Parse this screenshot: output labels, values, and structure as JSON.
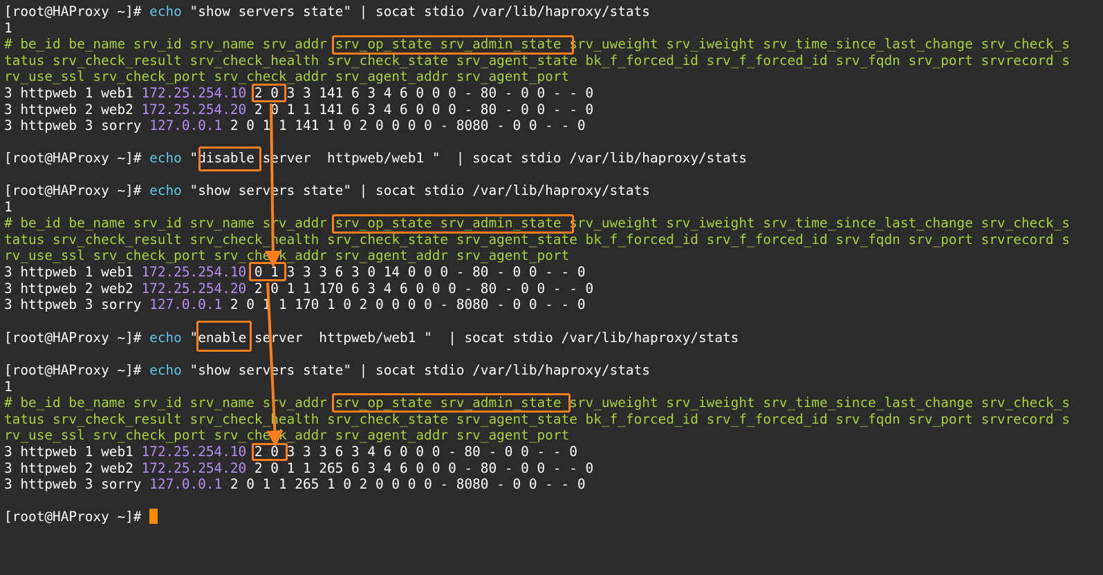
{
  "prompt": "[root@HAProxy ~]# ",
  "block1": {
    "cmd_echo": "echo",
    "cmd_rest": " \"show servers state\" | socat stdio /var/lib/haproxy/stats",
    "version": "1",
    "hdr": [
      "# be_id be_name srv_id srv_name srv_addr srv_op_state srv_admin_state srv_uweight srv_iweight srv_time_since_last_change srv_check_s",
      "tatus srv_check_result srv_check_health srv_check_state srv_agent_state bk_f_forced_id srv_f_forced_id srv_fqdn srv_port srvrecord s",
      "rv_use_ssl srv_check_port srv_check_addr srv_agent_addr srv_agent_port"
    ],
    "rows": [
      {
        "pre": "3 httpweb 1 web1 ",
        "ip": "172.25.254.10",
        "post": " 2 0 3 3 141 6 3 4 6 0 0 0 - 80 - 0 0 - - 0"
      },
      {
        "pre": "3 httpweb 2 web2 ",
        "ip": "172.25.254.20",
        "post": " 2 0 1 1 141 6 3 4 6 0 0 0 - 80 - 0 0 - - 0"
      },
      {
        "pre": "3 httpweb 3 sorry ",
        "ip": "127.0.0.1",
        "post": " 2 0 1 1 141 1 0 2 0 0 0 0 - 8080 - 0 0 - - 0"
      }
    ]
  },
  "disable_cmd": {
    "cmd_echo": "echo",
    "cmd_rest": " \"disable server  httpweb/web1 \"  | socat stdio /var/lib/haproxy/stats"
  },
  "block2": {
    "cmd_echo": "echo",
    "cmd_rest": " \"show servers state\" | socat stdio /var/lib/haproxy/stats",
    "version": "1",
    "hdr": [
      "# be_id be_name srv_id srv_name srv_addr srv_op_state srv_admin_state srv_uweight srv_iweight srv_time_since_last_change srv_check_s",
      "tatus srv_check_result srv_check_health srv_check_state srv_agent_state bk_f_forced_id srv_f_forced_id srv_fqdn srv_port srvrecord s",
      "rv_use_ssl srv_check_port srv_check_addr srv_agent_addr srv_agent_port"
    ],
    "rows": [
      {
        "pre": "3 httpweb 1 web1 ",
        "ip": "172.25.254.10",
        "post": " 0 1 3 3 3 6 3 0 14 0 0 0 - 80 - 0 0 - - 0"
      },
      {
        "pre": "3 httpweb 2 web2 ",
        "ip": "172.25.254.20",
        "post": " 2 0 1 1 170 6 3 4 6 0 0 0 - 80 - 0 0 - - 0"
      },
      {
        "pre": "3 httpweb 3 sorry ",
        "ip": "127.0.0.1",
        "post": " 2 0 1 1 170 1 0 2 0 0 0 0 - 8080 - 0 0 - - 0"
      }
    ]
  },
  "enable_cmd": {
    "cmd_echo": "echo",
    "cmd_rest": " \"enable server  httpweb/web1 \"  | socat stdio /var/lib/haproxy/stats"
  },
  "block3": {
    "cmd_echo": "echo",
    "cmd_rest": " \"show servers state\" | socat stdio /var/lib/haproxy/stats",
    "version": "1",
    "hdr": [
      "# be_id be_name srv_id srv_name srv_addr srv_op_state srv_admin_state srv_uweight srv_iweight srv_time_since_last_change srv_check_s",
      "tatus srv_check_result srv_check_health srv_check_state srv_agent_state bk_f_forced_id srv_f_forced_id srv_fqdn srv_port srvrecord s",
      "rv_use_ssl srv_check_port srv_check_addr srv_agent_addr srv_agent_port"
    ],
    "rows": [
      {
        "pre": "3 httpweb 1 web1 ",
        "ip": "172.25.254.10",
        "post": " 2 0 3 3 3 6 3 4 6 0 0 0 - 80 - 0 0 - - 0"
      },
      {
        "pre": "3 httpweb 2 web2 ",
        "ip": "172.25.254.20",
        "post": " 2 0 1 1 265 6 3 4 6 0 0 0 - 80 - 0 0 - - 0"
      },
      {
        "pre": "3 httpweb 3 sorry ",
        "ip": "127.0.0.1",
        "post": " 2 0 1 1 265 1 0 2 0 0 0 0 - 8080 - 0 0 - - 0"
      }
    ]
  },
  "colors": {
    "background": "#2b2b2b",
    "text": "#ffffff",
    "command": "#5fc8e6",
    "header": "#a7d23c",
    "ip": "#b58df5",
    "highlight": "#ff7f1f",
    "cursor": "#ff8c00"
  }
}
